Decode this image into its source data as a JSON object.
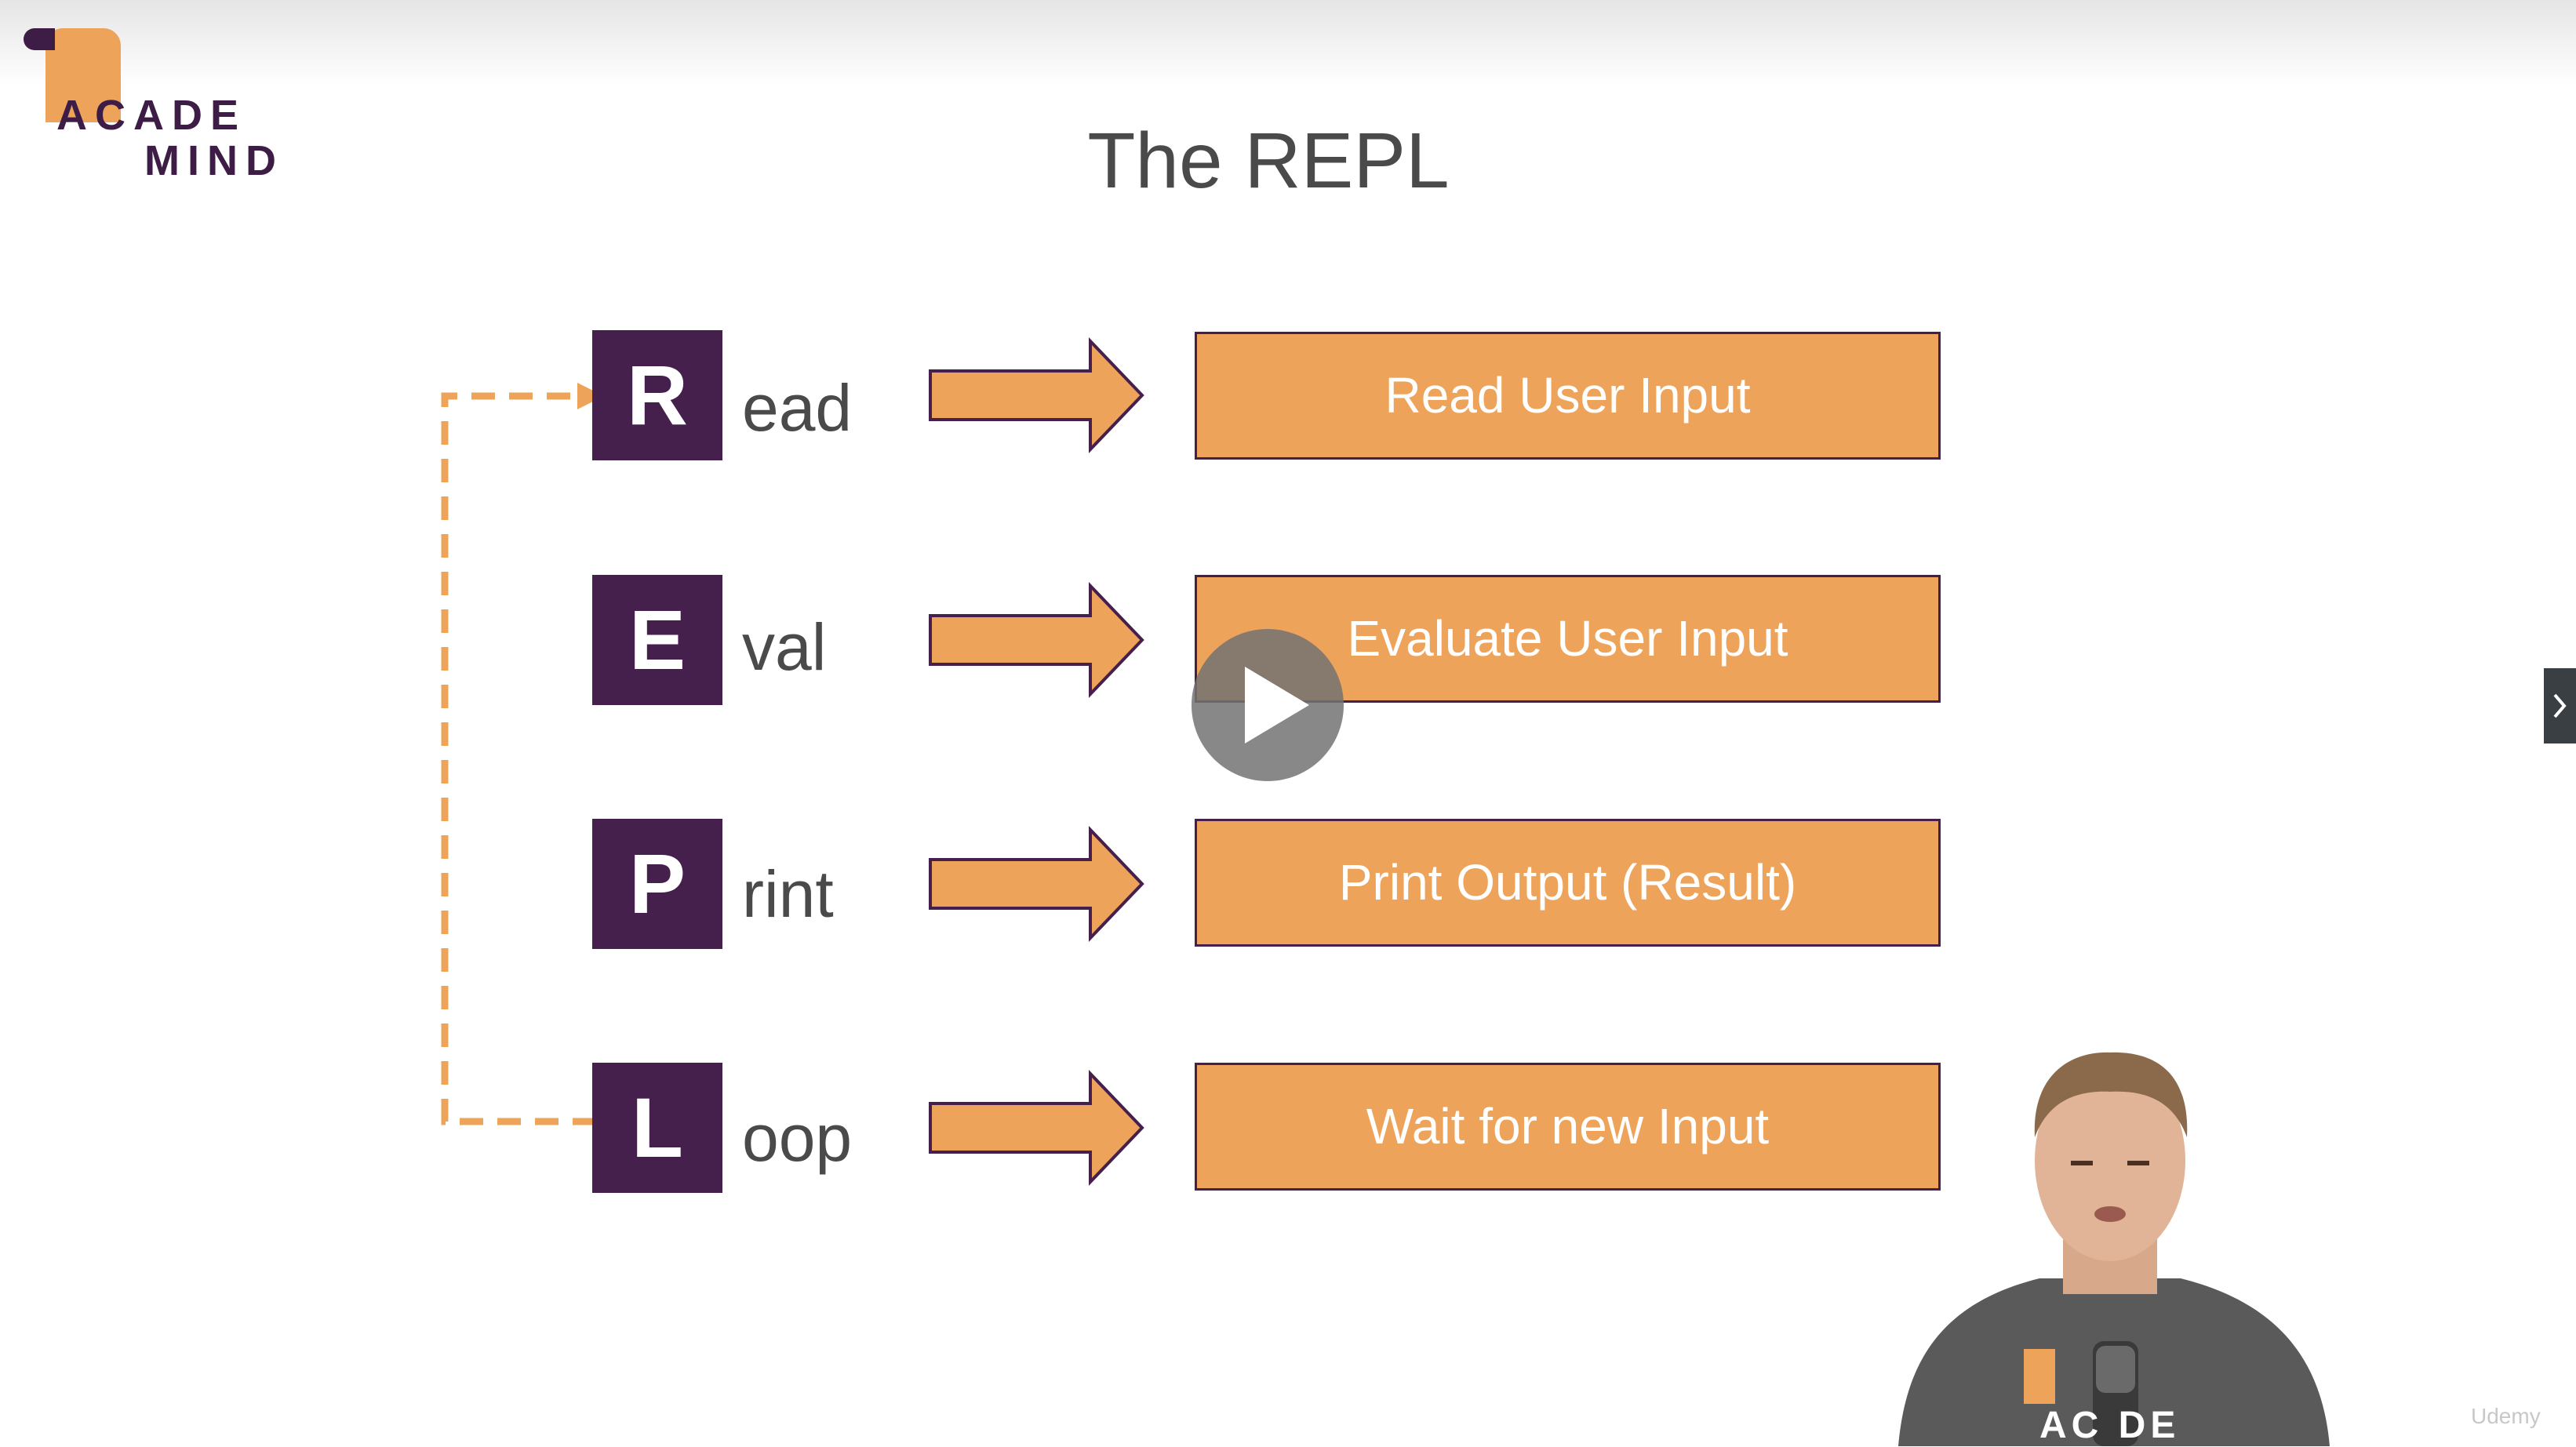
{
  "slide": {
    "title": "The REPL",
    "logo": {
      "line1": "ACADE",
      "line2": "MIND"
    },
    "rows": [
      {
        "letter": "R",
        "suffix": "ead",
        "action": "Read User Input"
      },
      {
        "letter": "E",
        "suffix": "val",
        "action": "Evaluate User Input"
      },
      {
        "letter": "P",
        "suffix": "rint",
        "action": "Print Output (Result)"
      },
      {
        "letter": "L",
        "suffix": "oop",
        "action": "Wait for new Input"
      }
    ],
    "presenter_shirt_text": "AC   DE"
  },
  "player": {
    "play_icon": "play-icon",
    "next_icon": "chevron-right-icon",
    "watermark": "Udemy"
  },
  "colors": {
    "accent_orange": "#eea35a",
    "brand_purple": "#45204d",
    "text_gray": "#4a4a4a"
  }
}
